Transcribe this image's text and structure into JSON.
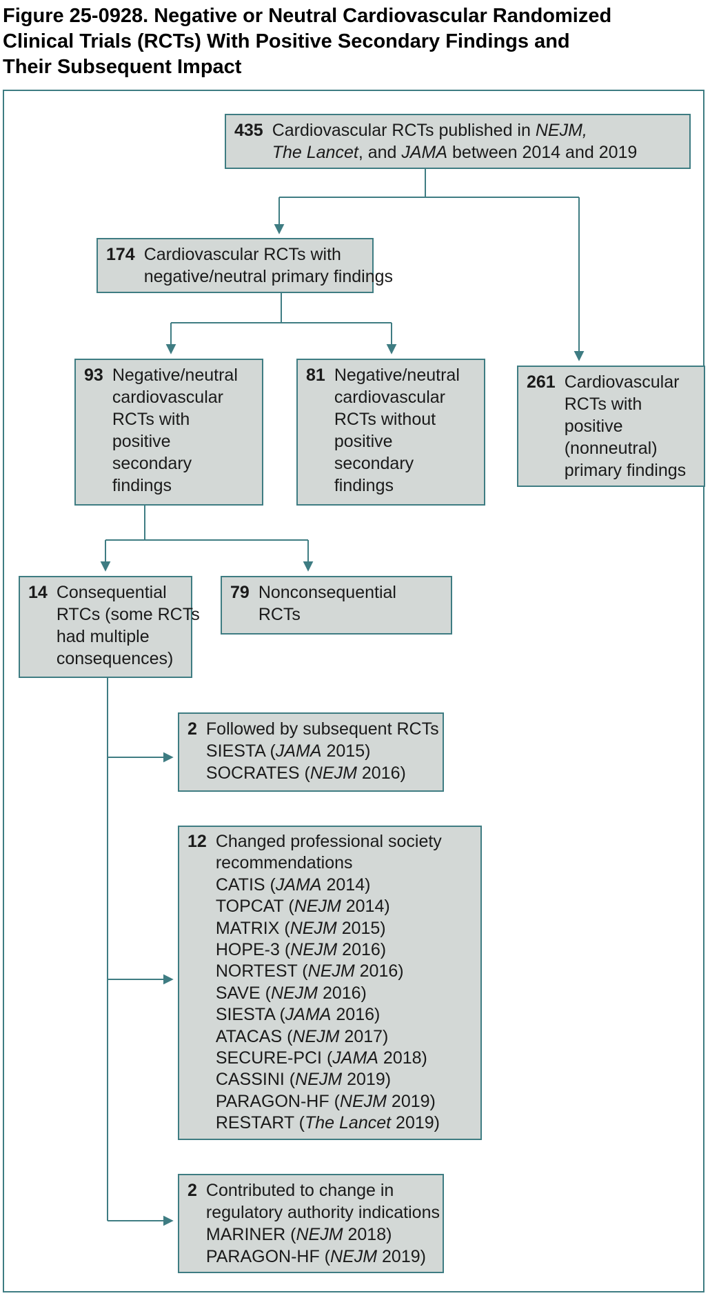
{
  "title": {
    "lines": [
      "Figure 25-0928. Negative or Neutral Cardiovascular Randomized",
      "Clinical Trials (RCTs) With Positive Secondary Findings and",
      "Their Subsequent Impact"
    ]
  },
  "colors": {
    "accent": "#3e7c82",
    "box_fill": "#d3d8d6",
    "text": "#1a1a1a"
  },
  "boxes": {
    "b435": {
      "number": "435",
      "lines": [
        [
          {
            "t": "Cardiovascular RCTs published in "
          },
          {
            "t": "NEJM,",
            "i": true
          }
        ],
        [
          {
            "t": "The Lancet",
            "i": true
          },
          {
            "t": ", and "
          },
          {
            "t": "JAMA",
            "i": true
          },
          {
            "t": " between 2014 and 2019"
          }
        ]
      ]
    },
    "b174": {
      "number": "174",
      "lines": [
        [
          {
            "t": "Cardiovascular RCTs with"
          }
        ],
        [
          {
            "t": "negative/neutral primary findings"
          }
        ]
      ]
    },
    "b93": {
      "number": "93",
      "lines": [
        [
          {
            "t": "Negative/neutral"
          }
        ],
        [
          {
            "t": "cardiovascular"
          }
        ],
        [
          {
            "t": "RCTs with"
          }
        ],
        [
          {
            "t": "positive"
          }
        ],
        [
          {
            "t": "secondary"
          }
        ],
        [
          {
            "t": "findings"
          }
        ]
      ]
    },
    "b81": {
      "number": "81",
      "lines": [
        [
          {
            "t": "Negative/neutral"
          }
        ],
        [
          {
            "t": "cardiovascular"
          }
        ],
        [
          {
            "t": "RCTs without"
          }
        ],
        [
          {
            "t": "positive"
          }
        ],
        [
          {
            "t": "secondary"
          }
        ],
        [
          {
            "t": "findings"
          }
        ]
      ]
    },
    "b261": {
      "number": "261",
      "lines": [
        [
          {
            "t": "Cardiovascular"
          }
        ],
        [
          {
            "t": "RCTs with"
          }
        ],
        [
          {
            "t": "positive"
          }
        ],
        [
          {
            "t": "(nonneutral)"
          }
        ],
        [
          {
            "t": "primary findings"
          }
        ]
      ]
    },
    "b14": {
      "number": "14",
      "lines": [
        [
          {
            "t": "Consequential"
          }
        ],
        [
          {
            "t": "RTCs (some RCTs"
          }
        ],
        [
          {
            "t": "had multiple"
          }
        ],
        [
          {
            "t": "consequences)"
          }
        ]
      ]
    },
    "b79": {
      "number": "79",
      "lines": [
        [
          {
            "t": "Nonconsequential"
          }
        ],
        [
          {
            "t": "RCTs"
          }
        ]
      ]
    },
    "b2a": {
      "number": "2",
      "lines": [
        [
          {
            "t": "Followed by subsequent RCTs"
          }
        ],
        [
          {
            "t": "SIESTA ("
          },
          {
            "t": "JAMA",
            "i": true
          },
          {
            "t": " 2015)"
          }
        ],
        [
          {
            "t": "SOCRATES ("
          },
          {
            "t": "NEJM",
            "i": true
          },
          {
            "t": " 2016)"
          }
        ]
      ]
    },
    "b12": {
      "number": "12",
      "lines": [
        [
          {
            "t": "Changed professional society"
          }
        ],
        [
          {
            "t": "recommendations"
          }
        ],
        [
          {
            "t": "CATIS ("
          },
          {
            "t": "JAMA",
            "i": true
          },
          {
            "t": " 2014)"
          }
        ],
        [
          {
            "t": "TOPCAT ("
          },
          {
            "t": "NEJM",
            "i": true
          },
          {
            "t": " 2014)"
          }
        ],
        [
          {
            "t": "MATRIX ("
          },
          {
            "t": "NEJM",
            "i": true
          },
          {
            "t": " 2015)"
          }
        ],
        [
          {
            "t": "HOPE-3 ("
          },
          {
            "t": "NEJM",
            "i": true
          },
          {
            "t": " 2016)"
          }
        ],
        [
          {
            "t": "NORTEST ("
          },
          {
            "t": "NEJM",
            "i": true
          },
          {
            "t": " 2016)"
          }
        ],
        [
          {
            "t": "SAVE ("
          },
          {
            "t": "NEJM",
            "i": true
          },
          {
            "t": " 2016)"
          }
        ],
        [
          {
            "t": "SIESTA ("
          },
          {
            "t": "JAMA",
            "i": true
          },
          {
            "t": " 2016)"
          }
        ],
        [
          {
            "t": "ATACAS ("
          },
          {
            "t": "NEJM",
            "i": true
          },
          {
            "t": " 2017)"
          }
        ],
        [
          {
            "t": "SECURE-PCI ("
          },
          {
            "t": "JAMA",
            "i": true
          },
          {
            "t": " 2018)"
          }
        ],
        [
          {
            "t": "CASSINI ("
          },
          {
            "t": "NEJM",
            "i": true
          },
          {
            "t": " 2019)"
          }
        ],
        [
          {
            "t": "PARAGON-HF ("
          },
          {
            "t": "NEJM",
            "i": true
          },
          {
            "t": " 2019)"
          }
        ],
        [
          {
            "t": "RESTART ("
          },
          {
            "t": "The Lancet",
            "i": true
          },
          {
            "t": " 2019)"
          }
        ]
      ]
    },
    "b2b": {
      "number": "2",
      "lines": [
        [
          {
            "t": "Contributed to change in"
          }
        ],
        [
          {
            "t": "regulatory authority indications"
          }
        ],
        [
          {
            "t": "MARINER ("
          },
          {
            "t": "NEJM",
            "i": true
          },
          {
            "t": " 2018)"
          }
        ],
        [
          {
            "t": "PARAGON-HF ("
          },
          {
            "t": "NEJM",
            "i": true
          },
          {
            "t": " 2019)"
          }
        ]
      ]
    }
  }
}
